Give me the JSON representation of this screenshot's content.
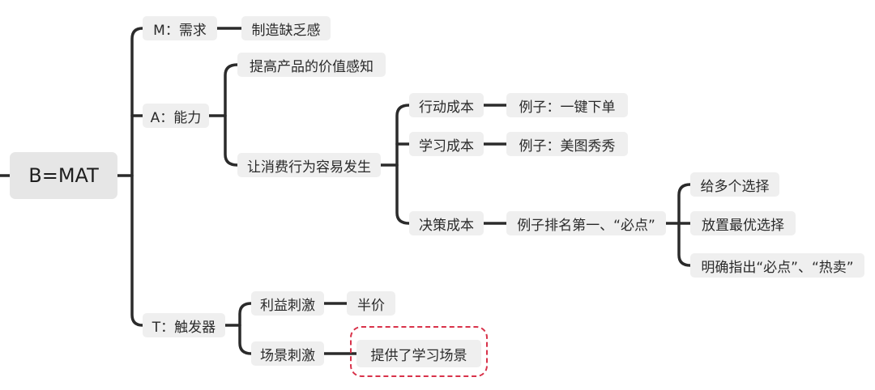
{
  "root": "B=MAT",
  "m": {
    "label": "M：需求",
    "child": "制造缺乏感"
  },
  "a": {
    "label": "A：能力",
    "value": "提高产品的价值感知",
    "ease": "让消费行为容易发生",
    "action": {
      "label": "行动成本",
      "example": "例子：一键下单"
    },
    "learning": {
      "label": "学习成本",
      "example": "例子：美图秀秀"
    },
    "decision": {
      "label": "决策成本",
      "example": "例子排名第一、“必点”",
      "options": [
        "给多个选择",
        "放置最优选择",
        "明确指出“必点”、“热卖”"
      ]
    }
  },
  "t": {
    "label": "T：触发器",
    "benefit": {
      "label": "利益刺激",
      "child": "半价"
    },
    "scene": {
      "label": "场景刺激",
      "child": "提供了学习场景"
    }
  },
  "colors": {
    "edge": "#2b2b2b",
    "node_bg": "#efefef",
    "highlight": "#d8324a"
  }
}
